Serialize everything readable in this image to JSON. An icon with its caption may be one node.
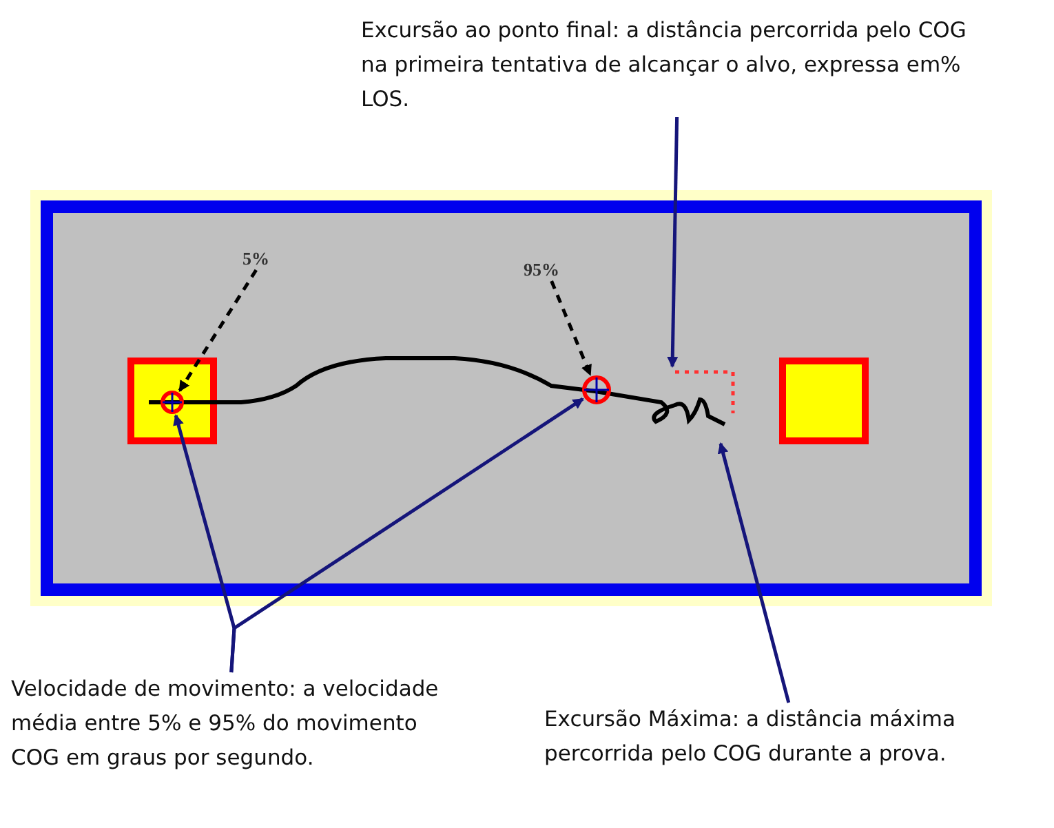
{
  "diagram": {
    "nodes": [
      {
        "text": [
          "Excursão ao ponto final: a distância percorrida pelo COG na primeira tentativa de alcançar o alvo, expressa em% LOS."
        ]
      },
      {
        "text": [
          "5%"
        ]
      },
      {
        "text": [
          "95%"
        ]
      },
      {
        "text": [],
        "shape": "circle"
      },
      {
        "text": [],
        "shape": "circle"
      },
      {
        "text": [
          "Velocidade de movimento: a velocidade média entre 5% e 95% do movimento COG em graus por segundo."
        ]
      },
      {
        "text": [
          "Excursão Máxima: a distância máxima percorrida pelo COG durante a prova."
        ]
      }
    ],
    "edges": [
      {
        "from": 1,
        "to": 3,
        "arrow": "to",
        "style": "dashed",
        "color": "#000000"
      },
      {
        "from": 2,
        "to": 4,
        "arrow": "to",
        "style": "dashed",
        "color": "#000000"
      },
      {
        "from": 0,
        "to": null,
        "arrow": "to"
      },
      {
        "from": 5,
        "to": 3,
        "arrow": "to"
      },
      {
        "from": 5,
        "to": 4,
        "arrow": "to"
      },
      {
        "from": 6,
        "to": null,
        "arrow": "to"
      }
    ]
  }
}
